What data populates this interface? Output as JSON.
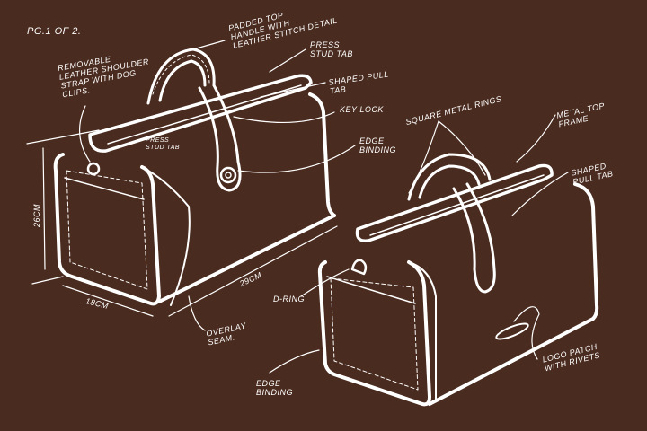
{
  "sheet": {
    "page_label": "PG.1 OF 2.",
    "background": "#4a2b1f",
    "ink": "#ffffff"
  },
  "bag_view_1": {
    "labels": {
      "handle": "PADDED TOP\nHANDLE WITH\nLEATHER STITCH DETAIL",
      "press_stud_tab": "PRESS\nSTUD TAB",
      "shaped_pull_tab": "SHAPED PULL\nTAB",
      "key_lock": "KEY LOCK",
      "shoulder_strap": "REMOVABLE\nLEATHER SHOULDER\nSTRAP WITH DOG\nCLIPS.",
      "press_stud_tab_front": "PRESS\nSTUD TAB",
      "edge_binding": "EDGE\nBINDING",
      "overlay_seam": "OVERLAY\nSEAM."
    },
    "dimensions": {
      "height": "26cm",
      "depth": "18cm",
      "length": "29cm"
    }
  },
  "bag_view_2": {
    "labels": {
      "square_metal_rings": "SQUARE METAL RINGS",
      "metal_top_frame": "METAL TOP\nFRAME",
      "shaped_pull_tab": "SHAPED\nPULL TAB",
      "d_ring": "D-RING",
      "logo_patch": "LOGO PATCH\nWITH RIVETS",
      "edge_binding": "EDGE\nBINDING"
    }
  }
}
